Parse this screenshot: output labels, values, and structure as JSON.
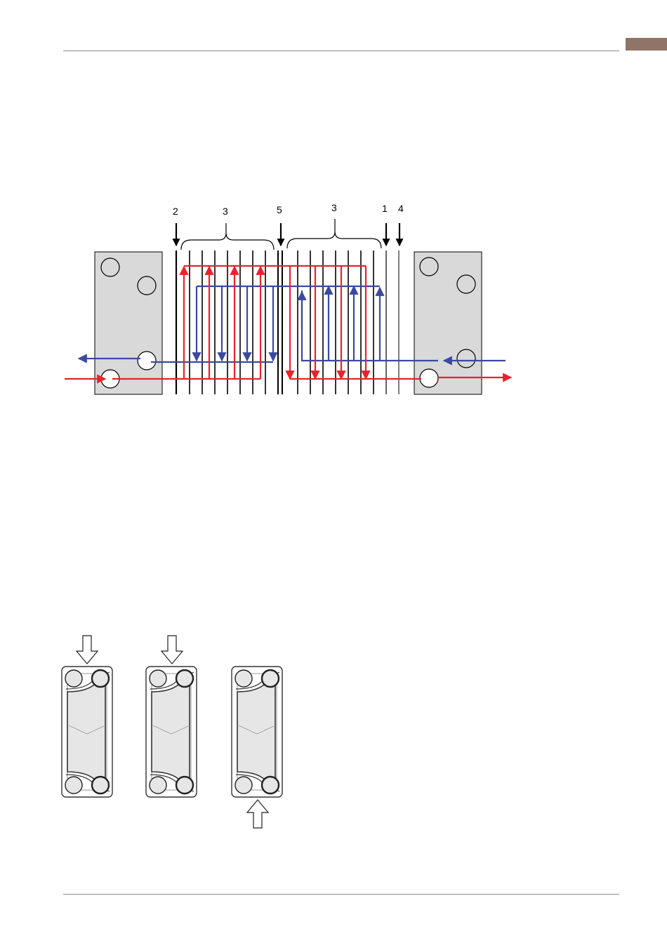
{
  "colors": {
    "hot_circuit": "#e8232a",
    "cold_circuit": "#3a4aa0",
    "frame_plate": "#d9d9d9",
    "header_tab": "#8f7467",
    "plate_fill": "#e6e6e6"
  },
  "diagram": {
    "callouts": [
      {
        "id": "c2",
        "text": "2"
      },
      {
        "id": "c3a",
        "text": "3"
      },
      {
        "id": "c5",
        "text": "5"
      },
      {
        "id": "c3b",
        "text": "3"
      },
      {
        "id": "c1",
        "text": "1"
      },
      {
        "id": "c4",
        "text": "4"
      }
    ]
  },
  "plates": [
    {
      "id": "plate-a",
      "flow_arrow": "down"
    },
    {
      "id": "plate-b",
      "flow_arrow": "down"
    },
    {
      "id": "plate-c",
      "flow_arrow": "up"
    }
  ]
}
